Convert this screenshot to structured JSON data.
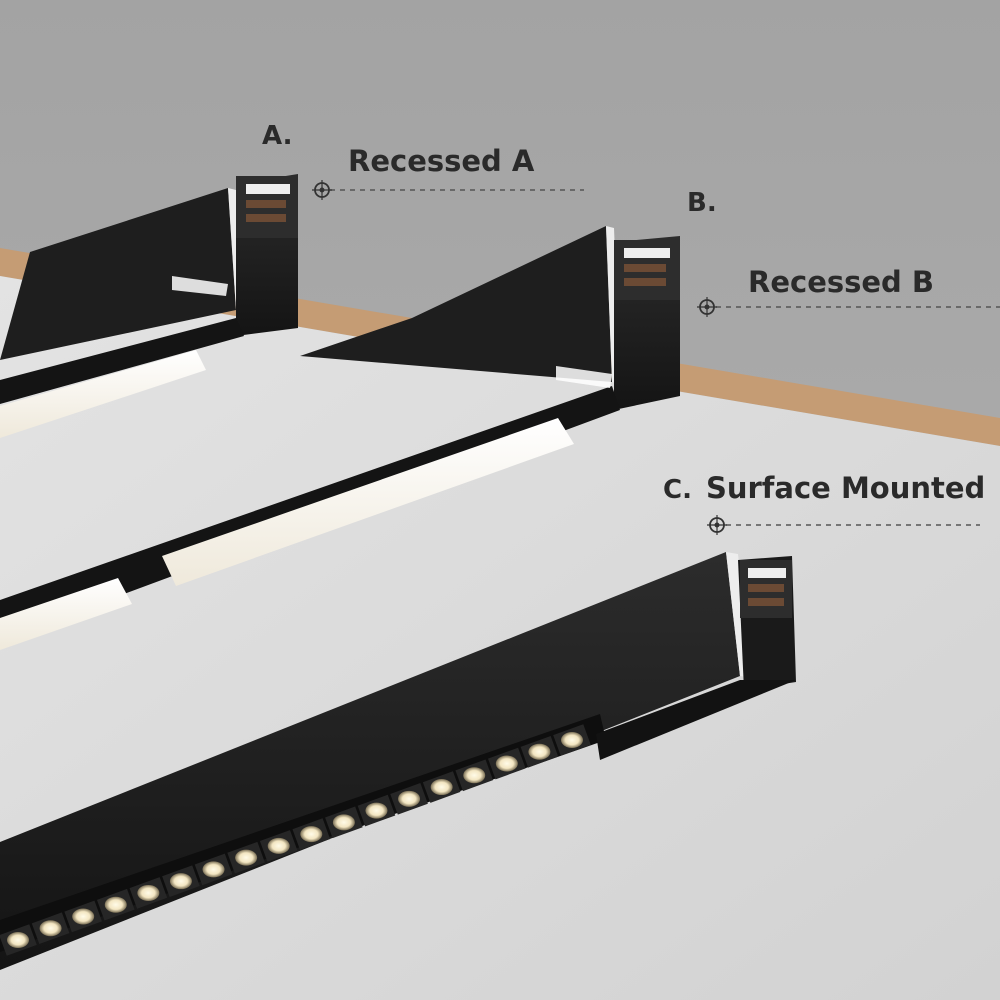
{
  "annotations": {
    "recessed_a": {
      "letter": "A.",
      "name": "Recessed A"
    },
    "recessed_b": {
      "letter": "B.",
      "name": "Recessed B"
    },
    "surface_mounted": {
      "letter": "C.",
      "name": "Surface Mounted"
    }
  },
  "colors": {
    "wall": "#a6a6a6",
    "ceiling": "#dedede",
    "wood_edge": "#c39a72",
    "profile_black": "#1c1c1c",
    "light_diffuser": "#fbf9f2",
    "leader_line": "#555555"
  },
  "surface_mounted_led_count": 18
}
